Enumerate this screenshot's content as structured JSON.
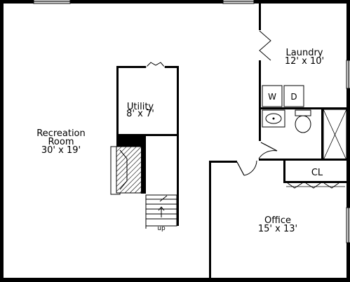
{
  "rooms": {
    "recreation": {
      "name_line1": "Recreation",
      "name_line2": "Room",
      "size": "30' x 19'"
    },
    "utility": {
      "name": "Utility",
      "size": "8' x 7'"
    },
    "laundry": {
      "name": "Laundry",
      "size": "12' x 10'"
    },
    "office": {
      "name": "Office",
      "size": "15' x 13'"
    },
    "closet": {
      "name": "CL"
    }
  },
  "appliances": {
    "washer": "W",
    "dryer": "D"
  },
  "stairs": {
    "label": "up"
  },
  "colors": {
    "wall": "#000000",
    "floor": "#ffffff"
  }
}
